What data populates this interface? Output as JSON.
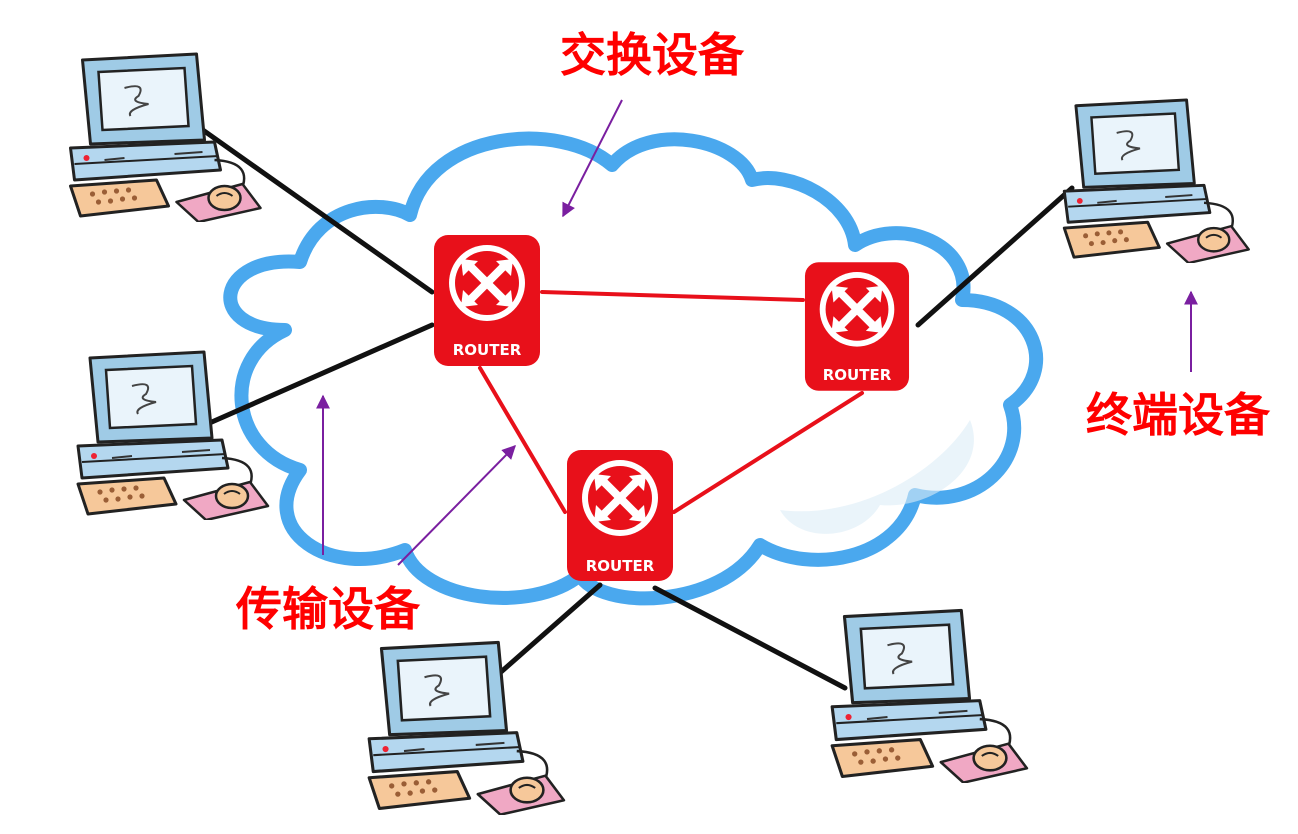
{
  "labels": {
    "switching": "交换设备",
    "terminal": "终端设备",
    "transmission": "传输设备"
  },
  "routers": [
    {
      "name": "router-top-left",
      "text": "ROUTER"
    },
    {
      "name": "router-right",
      "text": "ROUTER"
    },
    {
      "name": "router-bottom",
      "text": "ROUTER"
    }
  ],
  "colors": {
    "cloud_fill": "#ffffff",
    "cloud_outline": "#4aa8ee",
    "router": "#e8101a",
    "router_link": "#e8101a",
    "terminal_link": "#111111",
    "arrow": "#7a1fa0",
    "label": "#ff0000"
  },
  "icons": {
    "router": "router-crossed-arrows-icon",
    "terminal": "desktop-computer-icon"
  }
}
